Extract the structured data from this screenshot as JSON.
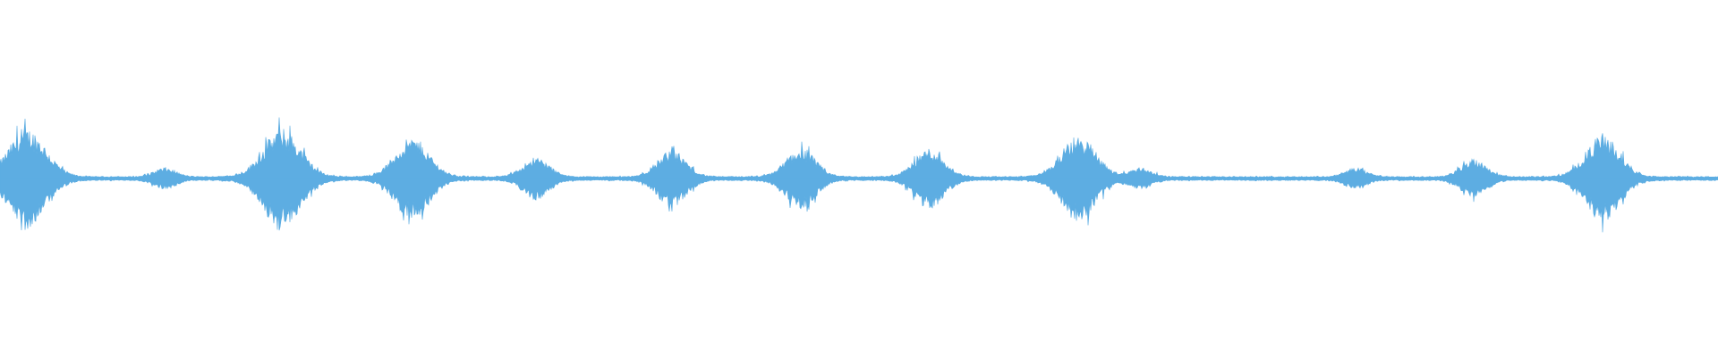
{
  "chart_data": {
    "type": "area",
    "title": "",
    "xlabel": "",
    "ylabel": "",
    "grid": false,
    "legend": "none",
    "ylim": [
      -1,
      1
    ],
    "xlim": [
      0,
      1
    ],
    "series": [
      {
        "color": "#5DADE2",
        "baseline_amplitude": 0.012,
        "bursts": [
          {
            "x": 0.016,
            "amplitude": 0.27
          },
          {
            "x": 0.096,
            "amplitude": 0.05
          },
          {
            "x": 0.164,
            "amplitude": 0.27
          },
          {
            "x": 0.24,
            "amplitude": 0.22
          },
          {
            "x": 0.312,
            "amplitude": 0.11
          },
          {
            "x": 0.391,
            "amplitude": 0.15
          },
          {
            "x": 0.466,
            "amplitude": 0.16
          },
          {
            "x": 0.541,
            "amplitude": 0.16
          },
          {
            "x": 0.628,
            "amplitude": 0.23
          },
          {
            "x": 0.664,
            "amplitude": 0.05
          },
          {
            "x": 0.789,
            "amplitude": 0.05
          },
          {
            "x": 0.858,
            "amplitude": 0.1
          },
          {
            "x": 0.933,
            "amplitude": 0.23
          }
        ]
      }
    ]
  }
}
